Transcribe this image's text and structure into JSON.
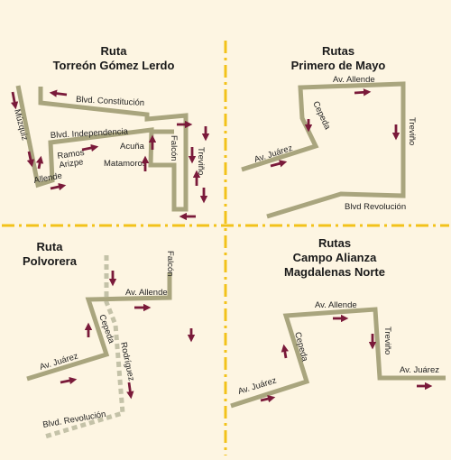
{
  "panels": {
    "tl": {
      "title_line1": "Ruta",
      "title_line2": "Torreón Gómez Lerdo"
    },
    "tr": {
      "title_line1": "Rutas",
      "title_line2": "Primero de Mayo"
    },
    "bl": {
      "title_line1": "Ruta",
      "title_line2": "Polvorera"
    },
    "br": {
      "title_line1": "Rutas",
      "title_line2": "Campo Alianza",
      "title_line3": "Magdalenas Norte"
    }
  },
  "streets": {
    "tl": {
      "muzquiz": "Múzquiz",
      "constitucion": "Blvd. Constitución",
      "independencia": "Blvd. Independencia",
      "ramos": "Ramos",
      "arizpe": "Arizpe",
      "allende": "Allende",
      "acuna": "Acuña",
      "matamoros": "Matamoros",
      "falcon": "Falcón",
      "trevino": "Treviño"
    },
    "tr": {
      "allende": "Av. Allende",
      "cepeda": "Cepeda",
      "juarez": "Av. Juárez",
      "trevino": "Treviño",
      "revolucion": "Blvd Revolución"
    },
    "bl": {
      "falcon": "Falcón",
      "allende": "Av. Allende",
      "cepeda": "Cepeda",
      "juarez": "Av. Juárez",
      "rodriguez": "Rodríguez",
      "revolucion": "Blvd. Revolución"
    },
    "br": {
      "allende": "Av. Allende",
      "cepeda": "Cepeda",
      "juarez_left": "Av. Juárez",
      "trevino": "Treviño",
      "juarez_right": "Av. Juárez"
    }
  },
  "colors": {
    "background": "#fdf5e2",
    "route": "#a9a57e",
    "route_dotted": "#c4c2a8",
    "arrow": "#7a1a3a",
    "divider": "#f2c21b"
  }
}
